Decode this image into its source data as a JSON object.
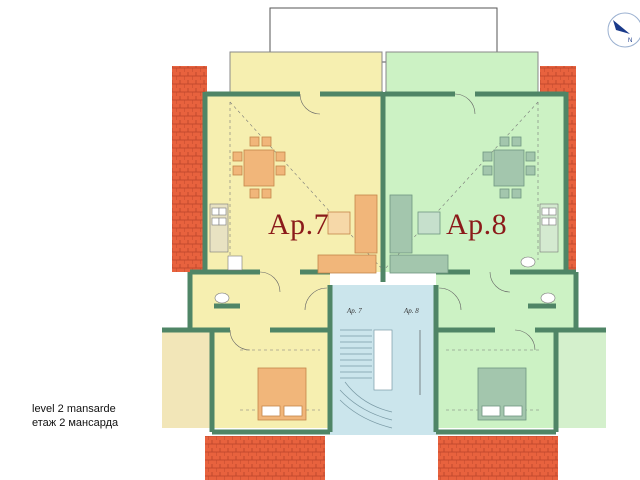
{
  "apartments": [
    {
      "label": "Ap.7",
      "fill": "#f6efb0"
    },
    {
      "label": "Ap.8",
      "fill": "#ccf2c4"
    }
  ],
  "stair_labels": [
    "Ap. 7",
    "Ap. 8"
  ],
  "level": {
    "en": "level  2 mansarde",
    "bg": "етаж 2 мансарда"
  },
  "colors": {
    "roof": "#e8623e",
    "wall": "#4f8566",
    "stair": "#cbe5ec",
    "furniture": "#f1b67a",
    "furniture_green": "#a3c6ad"
  },
  "icons": [
    "compass-north-icon"
  ]
}
